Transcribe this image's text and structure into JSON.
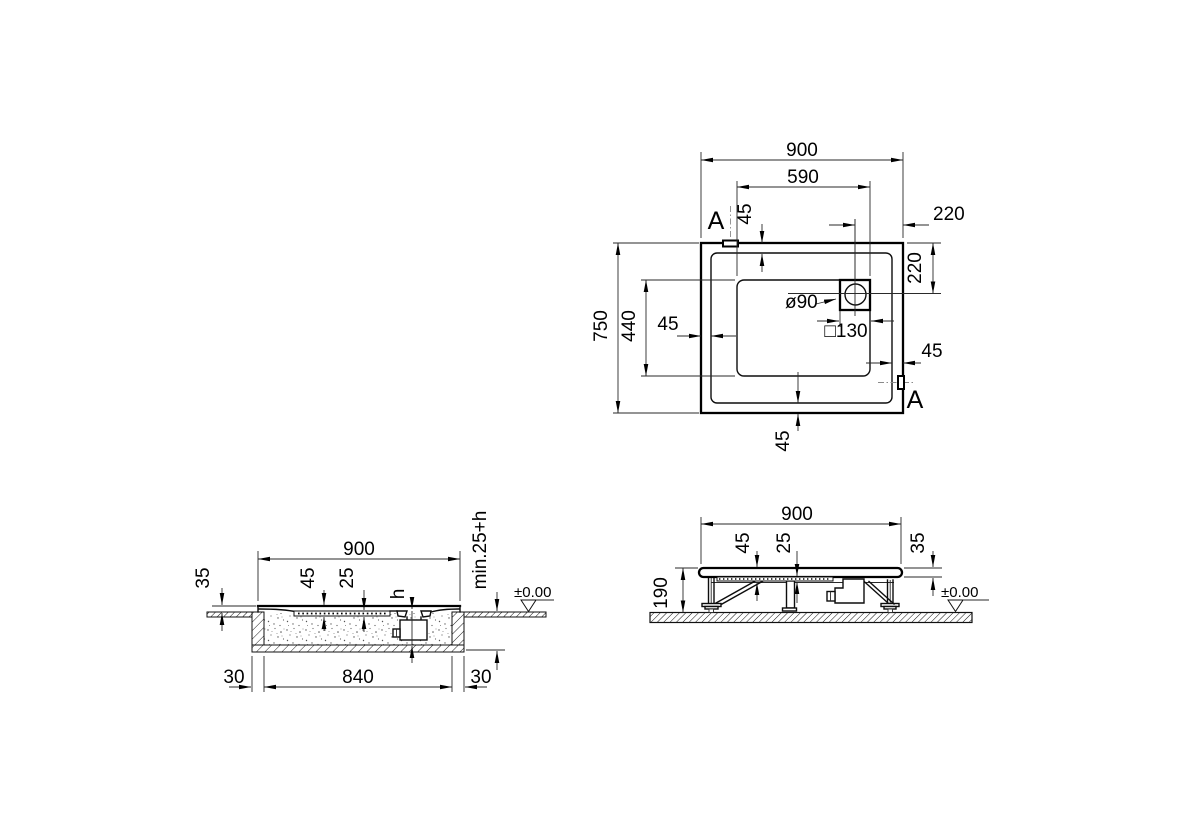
{
  "plan_view": {
    "overall_width": "900",
    "drain_offset_width": "590",
    "rim_width_top": "45",
    "drain_center_from_right": "220",
    "drain_center_from_top": "220",
    "drain_diameter": "ø90",
    "drain_plate_size": "□130",
    "overall_depth": "750",
    "floor_recess_depth": "440",
    "rim_width_left": "45",
    "rim_width_right": "45",
    "rim_width_bottom": "45",
    "section_marker_top": "A",
    "section_marker_bottom": "A"
  },
  "recessed_section_view": {
    "overall_width": "900",
    "rim_height_above_floor": "35",
    "edge_height": "45",
    "base_thickness": "25",
    "drain_height": "h",
    "min_recess_depth": "min.25+h",
    "floor_level": "±0.00",
    "side_clearance_left": "30",
    "recess_width": "840",
    "side_clearance_right": "30"
  },
  "elevation_view": {
    "overall_width": "900",
    "edge_height": "45",
    "base_thickness": "25",
    "rim_thickness": "35",
    "installed_height": "190",
    "floor_level": "±0.00"
  }
}
